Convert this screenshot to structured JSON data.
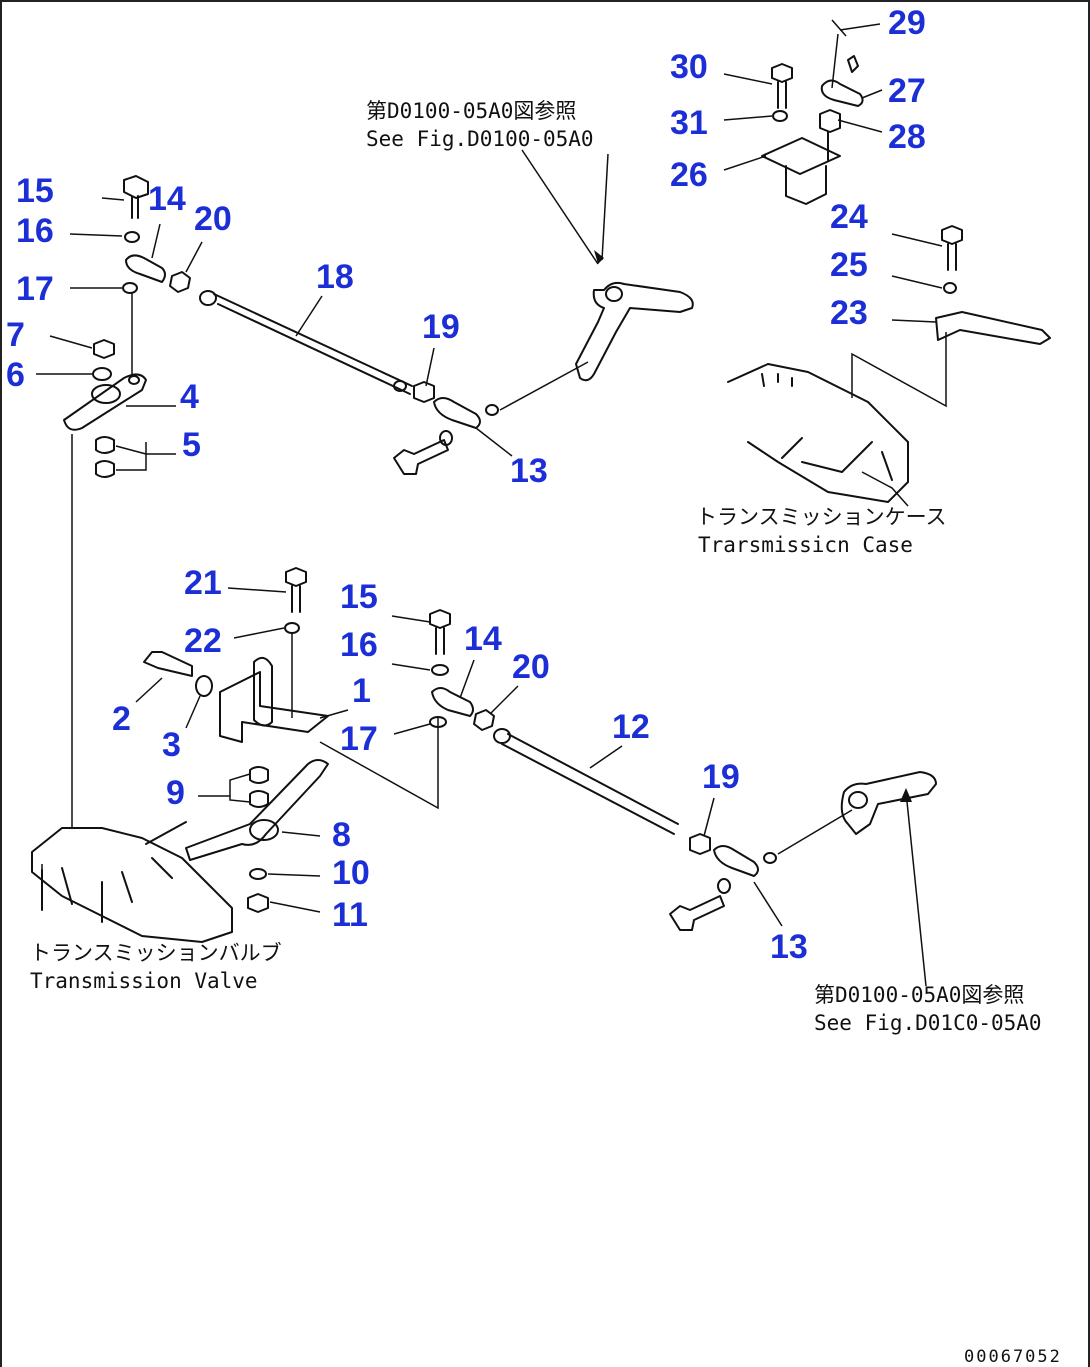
{
  "colors": {
    "callout": "#1c2fd6",
    "line": "#111111",
    "background": "#ffffff"
  },
  "notes": [
    {
      "id": "ref-top-ja",
      "text": "第D0100-05A0図参照"
    },
    {
      "id": "ref-top-en",
      "text": "See Fig.D0100-05A0"
    },
    {
      "id": "case-ja",
      "text": "トランスミッションケース"
    },
    {
      "id": "case-en",
      "text": "Trarsmissicn Case"
    },
    {
      "id": "valve-ja",
      "text": "トランスミッションバルブ"
    },
    {
      "id": "valve-en",
      "text": "Transmission Valve"
    },
    {
      "id": "ref-bot-ja",
      "text": "第D0100-05A0図参照"
    },
    {
      "id": "ref-bot-en",
      "text": "See Fig.D01C0-05A0"
    }
  ],
  "callouts": [
    "1",
    "2",
    "3",
    "4",
    "5",
    "6",
    "7",
    "8",
    "9",
    "10",
    "11",
    "12",
    "13",
    "13",
    "14",
    "14",
    "15",
    "15",
    "16",
    "16",
    "17",
    "17",
    "18",
    "19",
    "19",
    "20",
    "20",
    "21",
    "22",
    "23",
    "24",
    "25",
    "26",
    "27",
    "28",
    "29",
    "30",
    "31"
  ],
  "drawing_code": "00067052"
}
